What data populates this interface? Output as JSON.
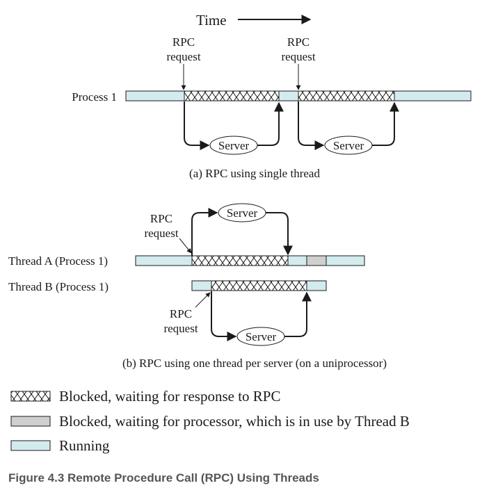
{
  "time_label": "Time",
  "part_a": {
    "rpc_label_1": [
      "RPC",
      "request"
    ],
    "rpc_label_2": [
      "RPC",
      "request"
    ],
    "process_label": "Process 1",
    "server_1": "Server",
    "server_2": "Server",
    "caption": "(a) RPC using single thread"
  },
  "part_b": {
    "rpc_label_a": [
      "RPC",
      "request"
    ],
    "rpc_label_b": [
      "RPC",
      "request"
    ],
    "thread_a_label": "Thread A (Process 1)",
    "thread_b_label": "Thread B (Process 1)",
    "server_a": "Server",
    "server_b": "Server",
    "caption": "(b) RPC using one thread per server (on a uniprocessor)"
  },
  "legend": [
    {
      "key": "blocked-rpc",
      "label": "Blocked, waiting for response to RPC"
    },
    {
      "key": "blocked-processor",
      "label": "Blocked, waiting for processor, which is in use by Thread B"
    },
    {
      "key": "running",
      "label": "Running"
    }
  ],
  "colors": {
    "running": "#d4ebee",
    "blocked_processor": "#cfcfcf",
    "outline": "#1a1a1a"
  },
  "figure_caption": "Figure 4.3 Remote Procedure Call (RPC) Using Threads"
}
